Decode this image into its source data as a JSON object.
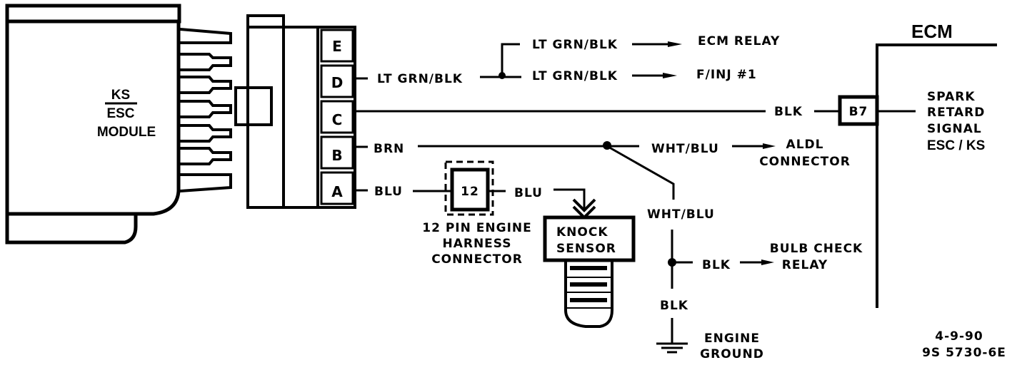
{
  "diagram": {
    "module": {
      "label_top": "KS",
      "label_mid": "ESC",
      "label_bottom": "MODULE"
    },
    "connector_pins": [
      "E",
      "D",
      "C",
      "B",
      "A"
    ],
    "wires": {
      "pin_d": "LT GRN/BLK",
      "branch_upper": "LT GRN/BLK",
      "branch_lower": "LT GRN/BLK",
      "pin_c": "BLK",
      "pin_b": "BRN",
      "pin_a": "BLU",
      "after_connector": "BLU",
      "aldl_wire": "WHT/BLU",
      "down_wire": "WHT/BLU",
      "bulb_wire": "BLK",
      "ground_wire": "BLK"
    },
    "destinations": {
      "ecm_relay": "ECM RELAY",
      "finj": "F/INJ #1",
      "aldl_line1": "ALDL",
      "aldl_line2": "CONNECTOR",
      "bulb_line1": "BULB CHECK",
      "bulb_line2": "RELAY",
      "ground_line1": "ENGINE",
      "ground_line2": "GROUND"
    },
    "harness_connector": {
      "pin": "12",
      "line1": "12 PIN ENGINE",
      "line2": "HARNESS",
      "line3": "CONNECTOR"
    },
    "knock_sensor": {
      "line1": "KNOCK",
      "line2": "SENSOR"
    },
    "ecm": {
      "title": "ECM",
      "terminal": "B7",
      "signal_line1": "SPARK",
      "signal_line2": "RETARD",
      "signal_line3": "SIGNAL",
      "signal_line4": "ESC / KS"
    },
    "footer": {
      "date": "4-9-90",
      "code": "9S 5730-6E"
    }
  }
}
